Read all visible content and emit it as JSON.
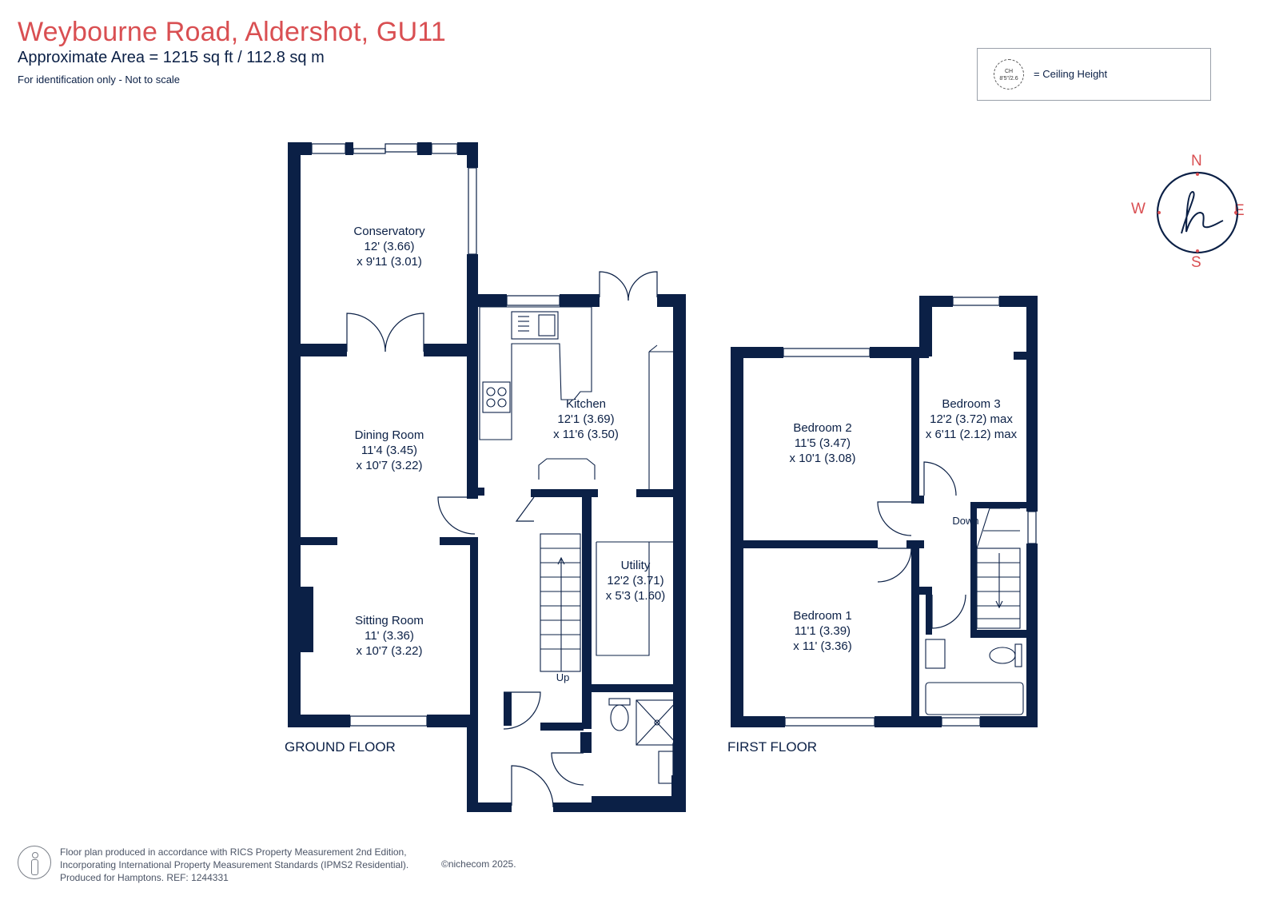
{
  "header": {
    "title": "Weybourne Road, Aldershot, GU11",
    "subtitle": "Approximate Area = 1215 sq ft / 112.8 sq m",
    "note": "For identification only - Not to scale"
  },
  "legend": {
    "icon_line1": "CH",
    "icon_line2": "8'5\"/2.6",
    "label": "= Ceiling Height"
  },
  "compass": {
    "n": "N",
    "e": "E",
    "s": "S",
    "w": "W",
    "logo": "h"
  },
  "ground_floor": {
    "label": "GROUND FLOOR",
    "rooms": [
      {
        "name": "Conservatory",
        "dim1": "12' (3.66)",
        "dim2": "x 9'11 (3.01)"
      },
      {
        "name": "Dining Room",
        "dim1": "11'4 (3.45)",
        "dim2": "x 10'7 (3.22)"
      },
      {
        "name": "Sitting Room",
        "dim1": "11' (3.36)",
        "dim2": "x 10'7 (3.22)"
      },
      {
        "name": "Kitchen",
        "dim1": "12'1 (3.69)",
        "dim2": "x 11'6 (3.50)"
      },
      {
        "name": "Utility",
        "dim1": "12'2 (3.71)",
        "dim2": "x 5'3 (1.60)"
      }
    ],
    "stairs_label": "Up"
  },
  "first_floor": {
    "label": "FIRST FLOOR",
    "rooms": [
      {
        "name": "Bedroom 2",
        "dim1": "11'5 (3.47)",
        "dim2": "x 10'1 (3.08)"
      },
      {
        "name": "Bedroom 3",
        "dim1": "12'2 (3.72) max",
        "dim2": "x 6'11 (2.12) max"
      },
      {
        "name": "Bedroom 1",
        "dim1": "11'1 (3.39)",
        "dim2": "x 11' (3.36)"
      }
    ],
    "stairs_label": "Down"
  },
  "footer": {
    "line1": "Floor plan produced in accordance with RICS Property Measurement 2nd Edition,",
    "line2": "Incorporating International Property Measurement Standards (IPMS2 Residential).",
    "line3": "Produced for Hamptons.   REF: 1244331",
    "brand": "©nichecom 2025."
  },
  "colors": {
    "wall": "#0b2046",
    "accent": "#d94f52",
    "text": "#0b2046"
  }
}
